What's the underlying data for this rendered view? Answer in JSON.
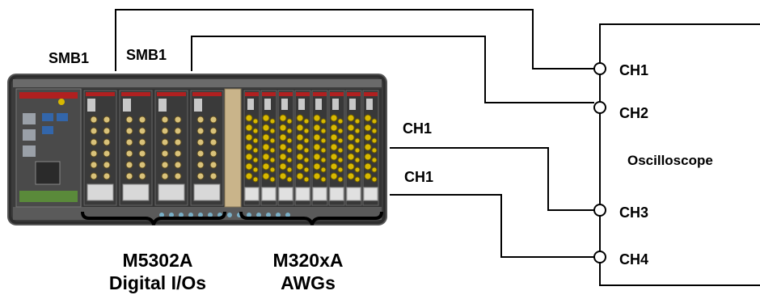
{
  "diagram": {
    "labels": {
      "smb1_left": "SMB1",
      "smb1_right": "SMB1",
      "ch1_awg_top": "CH1",
      "ch1_awg_bottom": "CH1"
    },
    "modules": {
      "io": {
        "model": "M5302A",
        "desc": "Digital I/Os"
      },
      "awg": {
        "model": "M320xA",
        "desc": "AWGs"
      }
    },
    "oscilloscope": {
      "name": "Oscilloscope",
      "channels": [
        "CH1",
        "CH2",
        "CH3",
        "CH4"
      ]
    },
    "colors": {
      "wire": "#000000",
      "chassis": "#3c3c3c",
      "connector": "#d8b800",
      "io_connector": "#d9c27a"
    }
  }
}
